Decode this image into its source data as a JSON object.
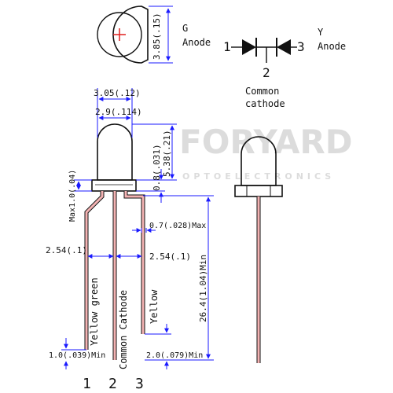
{
  "watermark": {
    "brand": "FORYARD",
    "sub": "OPTOELECTRONICS"
  },
  "top_view": {
    "polarity": "+",
    "dim_side": "3.85(.15)"
  },
  "schematic": {
    "pin1": "1",
    "pin2": "2",
    "pin3": "3",
    "g_line1": "G",
    "g_line2": "Anode",
    "y_line1": "Y",
    "y_line2": "Anode",
    "common_line1": "Common",
    "common_line2": "cathode"
  },
  "side_view": {
    "dim_outer_width": "3.05(.12)",
    "dim_inner_width": "2.9(.114)",
    "dim_dome_height": "5.38(.21)",
    "dim_flange": "0.8(.031)",
    "dim_flange_max": "Max1.0(.04)",
    "dim_lead_width": "0.7(.028)Max",
    "dim_pitch_left": "2.54(.1)",
    "dim_pitch_right": "2.54(.1)",
    "dim_lead_length": "26.4(1.04)Min",
    "dim_left_short": "1.0(.039)Min",
    "dim_right_short": "2.0(.079)Min",
    "lead_label_1": "Yellow green",
    "lead_label_2": "Common Cathode",
    "lead_label_3": "Yellow",
    "pin_num_1": "1",
    "pin_num_2": "2",
    "pin_num_3": "3"
  }
}
